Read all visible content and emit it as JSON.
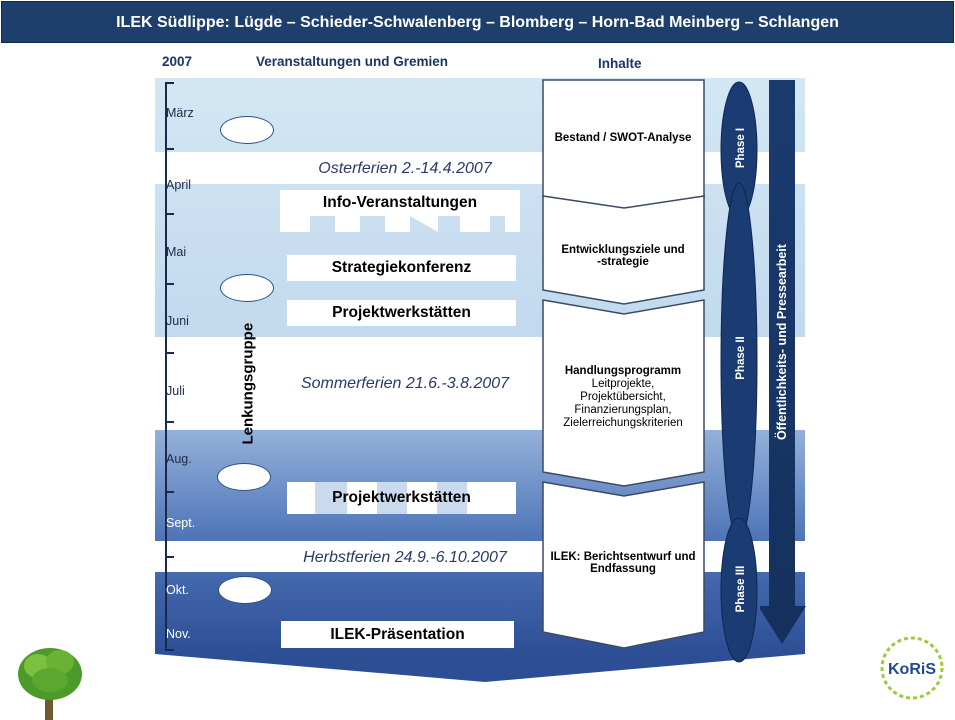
{
  "title": "ILEK Südlippe: Lügde – Schieder-Schwalenberg – Blomberg – Horn-Bad Meinberg – Schlangen",
  "headers": {
    "year": "2007",
    "events": "Veranstaltungen und Gremien",
    "contents": "Inhalte"
  },
  "months": [
    "März",
    "April",
    "Mai",
    "Juni",
    "Juli",
    "Aug.",
    "Sept.",
    "Okt.",
    "Nov."
  ],
  "lenkungsgruppe": "Lenkungsgruppe",
  "holidays": {
    "easter": "Osterferien 2.-14.4.2007",
    "summer": "Sommerferien 21.6.-3.8.2007",
    "autumn": "Herbstferien 24.9.-6.10.2007"
  },
  "events": {
    "info": "Info-Veranstaltungen",
    "strategie": "Strategiekonferenz",
    "werkstatt1": "Projektwerkstätten",
    "werkstatt2": "Projektwerkstätten",
    "praesentation": "ILEK-Präsentation"
  },
  "contents": {
    "block1": "Bestand / SWOT-Analyse",
    "block2_line1": "Entwicklungsziele und",
    "block2_line2": "-strategie",
    "block3_title": "Handlungsprogramm",
    "block3_line1": "Leitprojekte,",
    "block3_line2": "Projektübersicht,",
    "block3_line3": "Finanzierungsplan,",
    "block3_line4": "Zielerreichungskriterien",
    "block4_line1": "ILEK: Berichtsentwurf und",
    "block4_line2": "Endfassung"
  },
  "phases": [
    "Phase I",
    "Phase II",
    "Phase III"
  ],
  "pr_arrow": "Öffentlichkeits- und Pressearbeit",
  "logo": "KoRiS",
  "colors": {
    "title_bg": "#1e3f6c",
    "light_blue": "#cde4f2",
    "mid_blue": "#6f93c7",
    "dark_blue": "#1b3b73"
  }
}
